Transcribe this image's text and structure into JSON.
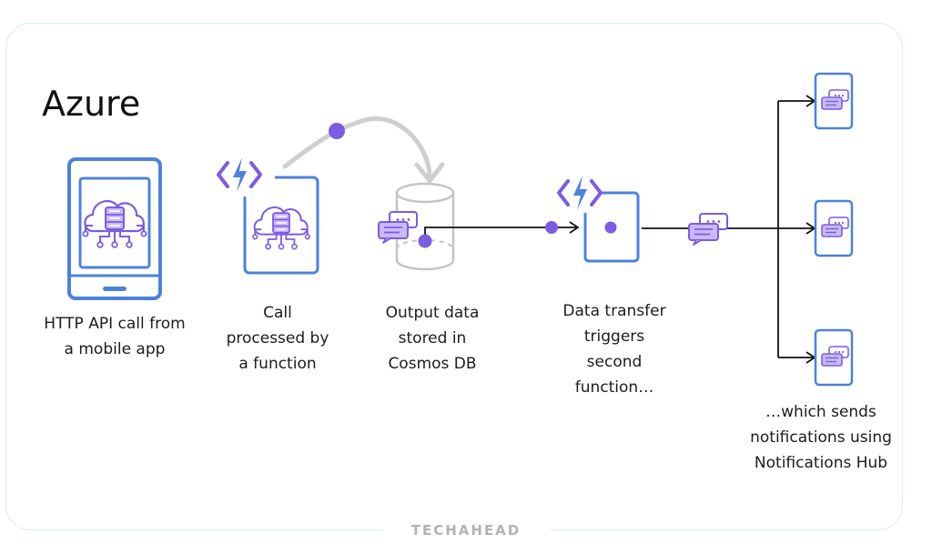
{
  "title": "Azure",
  "brand": "TECHAHEAD",
  "colors": {
    "blue": "#4c82db",
    "purple": "#7c5ce0",
    "purple_light": "#c9baf5",
    "grey": "#c4c4c4",
    "arrow_grey": "#cfcfcf",
    "line": "#111111"
  },
  "nodes": [
    {
      "id": "mobile-app",
      "icon": "phone-with-cloud-server-icon",
      "lines": [
        "HTTP API call from",
        "a mobile app"
      ]
    },
    {
      "id": "first-function",
      "icon": "azure-function-icon",
      "lines": [
        "Call",
        "processed by",
        "a function"
      ]
    },
    {
      "id": "cosmos-db",
      "icon": "database-cylinder-icon",
      "lines": [
        "Output data",
        "stored in",
        "Cosmos DB"
      ]
    },
    {
      "id": "second-function",
      "icon": "azure-function-icon",
      "lines": [
        "Data transfer",
        "triggers",
        "second",
        "function…"
      ]
    },
    {
      "id": "notifications-hub",
      "icon": "notification-device-icon",
      "lines": [
        "…which sends",
        "notifications using",
        "Notifications Hub"
      ]
    }
  ]
}
